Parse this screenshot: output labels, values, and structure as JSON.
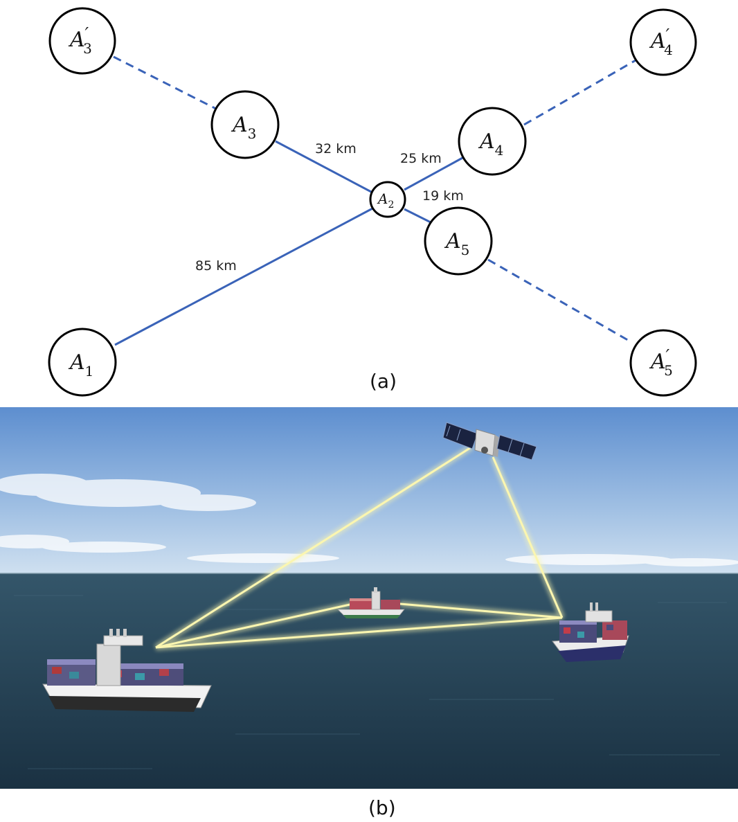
{
  "panel_a": {
    "label": "(a)",
    "nodes": {
      "A1": {
        "base": "A",
        "sub": "1",
        "prime": ""
      },
      "A2": {
        "base": "A",
        "sub": "2",
        "prime": ""
      },
      "A3": {
        "base": "A",
        "sub": "3",
        "prime": ""
      },
      "A4": {
        "base": "A",
        "sub": "4",
        "prime": ""
      },
      "A5": {
        "base": "A",
        "sub": "5",
        "prime": ""
      },
      "A3p": {
        "base": "A",
        "sub": "3",
        "prime": "′"
      },
      "A4p": {
        "base": "A",
        "sub": "4",
        "prime": "′"
      },
      "A5p": {
        "base": "A",
        "sub": "5",
        "prime": "′"
      }
    },
    "distances": {
      "A1_A2": "85 km",
      "A3_A2": "32 km",
      "A4_A2": "25 km",
      "A5_A2": "19 km"
    }
  },
  "panel_b": {
    "label": "(b)",
    "colors": {
      "sky_top": "#5f90cf",
      "sky_bottom": "#c9dcef",
      "sea_top": "#2f4e60",
      "sea_bottom": "#1c3344",
      "beam": "#fbf6b0"
    }
  }
}
